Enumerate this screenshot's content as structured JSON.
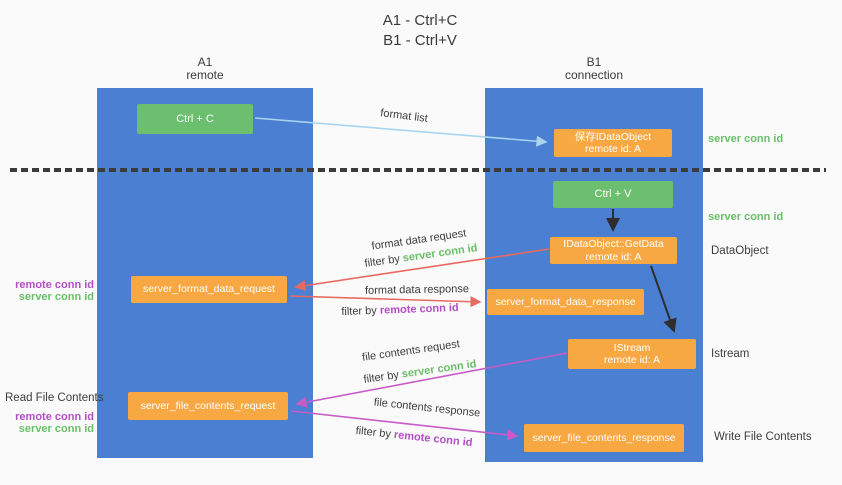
{
  "title": {
    "line1": "A1 - Ctrl+C",
    "line2": "B1 - Ctrl+V"
  },
  "columns": {
    "a1": {
      "name": "A1",
      "subtitle": "remote"
    },
    "b1": {
      "name": "B1",
      "subtitle": "connection"
    }
  },
  "nodes": {
    "ctrl_c": "Ctrl + C",
    "ctrl_v": "Ctrl + V",
    "save_dataobject_line1": "保存IDataObject",
    "save_dataobject_line2": "remote id: A",
    "getdata_line1": "IDataObject::GetData",
    "getdata_line2": "remote id: A",
    "istream_line1": "IStream",
    "istream_line2": "remote id: A",
    "format_request": "server_format_data_request",
    "format_response": "server_format_data_response",
    "file_request": "server_file_contents_request",
    "file_response": "server_file_contents_response"
  },
  "edge_labels": {
    "format_list": "format list",
    "format_data_request": "format data request",
    "format_data_response": "format data response",
    "file_contents_request": "file contents request",
    "file_contents_response": "file contents response",
    "filter_by": "filter by",
    "server_conn_id": "server conn id",
    "remote_conn_id": "remote conn id"
  },
  "side_labels": {
    "server_conn_id": "server conn id",
    "remote_conn_id": "remote conn id",
    "dataobject": "DataObject",
    "istream": "Istream",
    "read_file_contents": "Read File Contents",
    "write_file_contents": "Write File Contents"
  },
  "colors": {
    "background": "#fafafa",
    "lane_blue": "#4a7fd2",
    "node_green": "#6cbf6e",
    "node_orange": "#f7a843",
    "arrow_lightblue": "#a9d5ef",
    "arrow_salmon": "#e8695f",
    "arrow_magenta": "#c75bc7",
    "arrow_black": "#2e2e2e",
    "label_green": "#6abf69",
    "label_purple": "#b44ec6",
    "separator_dark": "#3b3b3b",
    "text_dark": "#3d3d3d"
  }
}
